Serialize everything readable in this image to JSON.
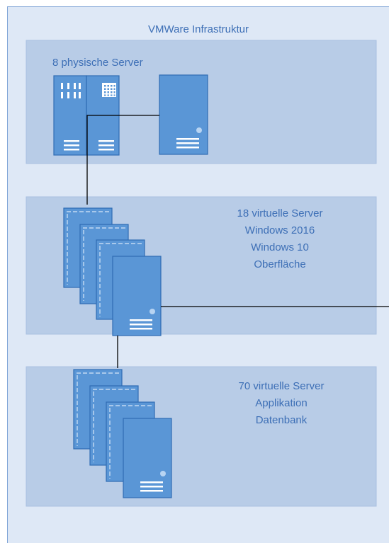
{
  "diagram": {
    "title": "VMWare Infrastruktur",
    "sections": [
      {
        "id": "physical",
        "lines": [
          "8 physische Server"
        ]
      },
      {
        "id": "virtual-windows",
        "lines": [
          "18 virtuelle Server",
          "Windows 2016",
          "Windows 10",
          "Oberfläche"
        ]
      },
      {
        "id": "virtual-apps",
        "lines": [
          "70 virtuelle Server",
          "Applikation",
          "Datenbank"
        ]
      }
    ]
  },
  "colors": {
    "outer_fill": "#dee8f6",
    "outer_stroke": "#7fa4d6",
    "panel_fill": "#b8cce7",
    "panel_stroke": "#a9c0e0",
    "server_fill": "#5a96d6",
    "server_stroke": "#2f6cb3",
    "text": "#3d6fb6",
    "connector": "#000000"
  }
}
